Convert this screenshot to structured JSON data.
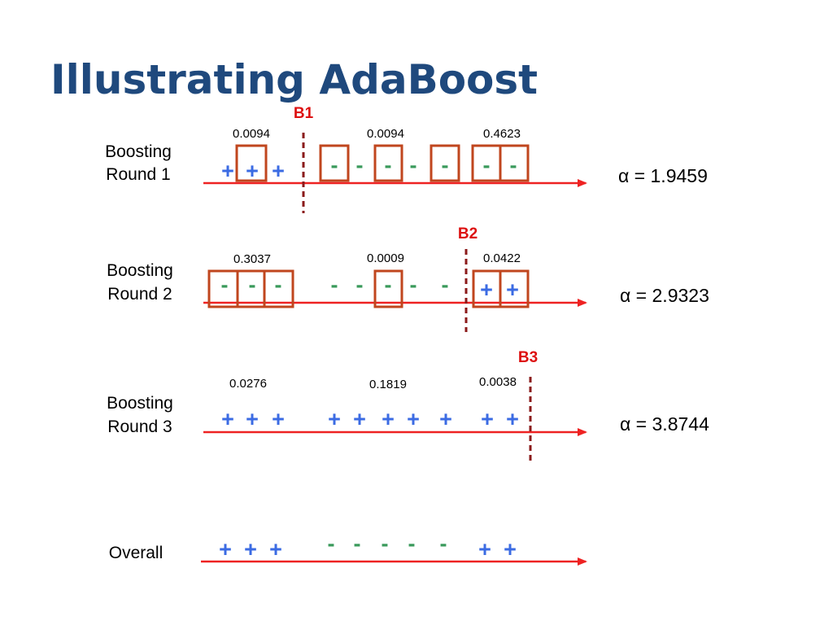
{
  "title": "Illustrating AdaBoost",
  "colors": {
    "title": "#1f497d",
    "positive": "#3b6be3",
    "negative": "#3a9a5b",
    "axis": "#ee2222",
    "box": "#c0461e",
    "boundary": "#8b1a1a",
    "boundary_label": "#dd1111"
  },
  "rounds": [
    {
      "label_lines": [
        "Boosting",
        "Round 1"
      ],
      "symbols": [
        "+",
        "+",
        "+",
        "-",
        "-",
        "-",
        "-",
        "-",
        "-",
        "-"
      ],
      "weights": [
        "0.0094",
        "0.0094",
        "0.4623"
      ],
      "boundary_label": "B1",
      "alpha": "α = 1.9459"
    },
    {
      "label_lines": [
        "Boosting",
        "Round 2"
      ],
      "symbols": [
        "-",
        "-",
        "-",
        "-",
        "-",
        "-",
        "-",
        "-",
        "+",
        "+"
      ],
      "weights": [
        "0.3037",
        "0.0009",
        "0.0422"
      ],
      "boundary_label": "B2",
      "alpha": "α = 2.9323"
    },
    {
      "label_lines": [
        "Boosting",
        "Round 3"
      ],
      "symbols": [
        "+",
        "+",
        "+",
        "+",
        "+",
        "+",
        "+",
        "+",
        "+",
        "+"
      ],
      "weights": [
        "0.0276",
        "0.1819",
        "0.0038"
      ],
      "boundary_label": "B3",
      "alpha": "α = 3.8744"
    }
  ],
  "overall": {
    "label": "Overall",
    "symbols": [
      "+",
      "+",
      "+",
      "-",
      "-",
      "-",
      "-",
      "-",
      "+",
      "+"
    ]
  }
}
